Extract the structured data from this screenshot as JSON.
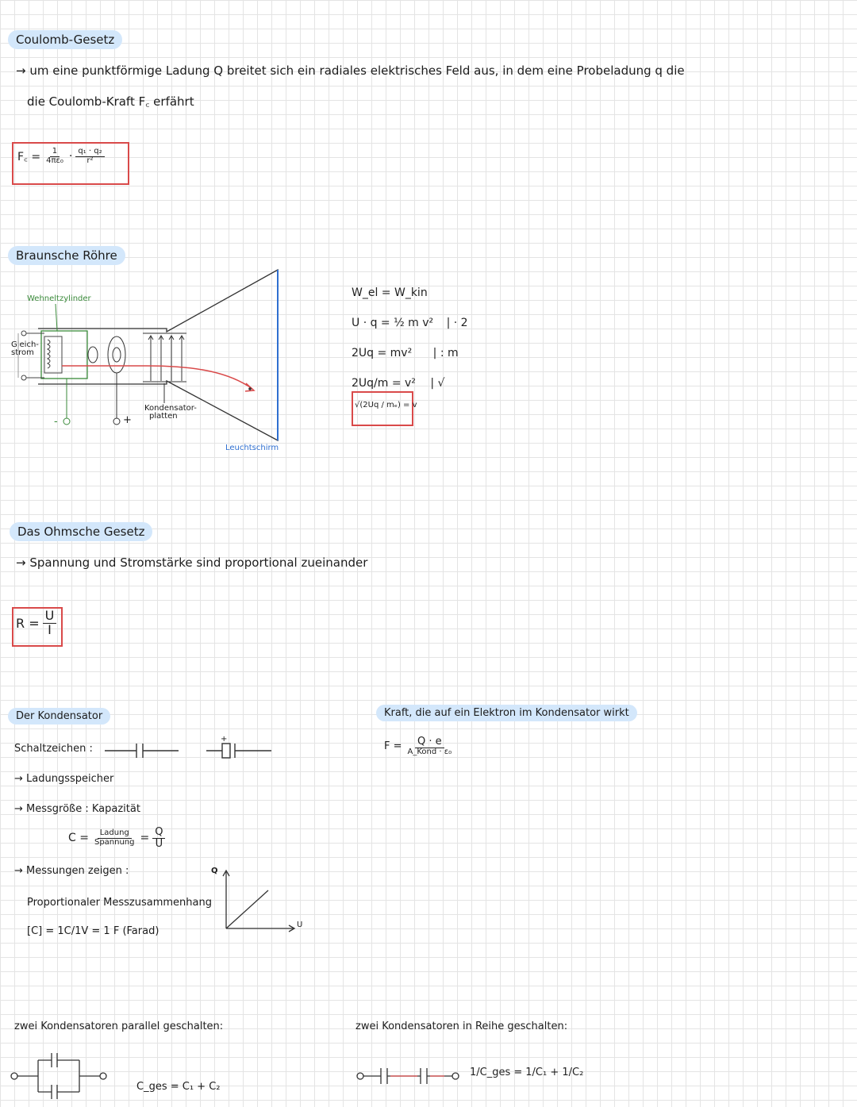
{
  "coulomb": {
    "heading": "Coulomb-Gesetz",
    "line1": "→ um eine punktförmige Ladung Q breitet sich ein radiales elektrisches Feld aus, in dem eine Probeladung q die",
    "line2": "die Coulomb-Kraft F꜀ erfährt",
    "f_lhs": "F꜀ =",
    "f_num1": "1",
    "f_den1": "4πε₀",
    "f_dot": "·",
    "f_num2": "q₁ · q₂",
    "f_den2": "r²"
  },
  "braun": {
    "heading": "Braunsche Röhre",
    "wehnelt": "Wehneltzylinder",
    "gleich": "Gleich-",
    "strom": "strom",
    "kond1": "Kondensator-",
    "kond2": "platten",
    "schirm": "Leuchtschirm",
    "plus": "+",
    "minus": "-",
    "derivation": [
      {
        "eq": "W_el = W_kin",
        "note": ""
      },
      {
        "eq": "U · q = ½ m v²",
        "note": "| · 2"
      },
      {
        "eq": "2Uq = mv²",
        "note": "| : m"
      },
      {
        "eq": "2Uq/m = v²",
        "note": "| √"
      }
    ],
    "result": "√(2Uq / mₑ) = v"
  },
  "ohm": {
    "heading": "Das Ohmsche Gesetz",
    "line": "→ Spannung und Stromstärke sind proportional zueinander",
    "r_lhs": "R =",
    "r_num": "U",
    "r_den": "I"
  },
  "kondensator": {
    "heading": "Der Kondensator",
    "schaltzeichen": "Schaltzeichen :",
    "plus": "+",
    "speicher": "→ Ladungsspeicher",
    "messgroesse": "→ Messgröße : Kapazität",
    "c_lhs": "C =",
    "c_num1": "Ladung",
    "c_den1": "Spannung",
    "c_eq": "=",
    "c_num2": "Q",
    "c_den2": "U",
    "messungen": "→ Messungen zeigen :",
    "proportional": "Proportionaler Messzusammenhang",
    "farad": "[C] = 1C/1V = 1 F  (Farad)",
    "axis_q": "Q",
    "axis_u": "U",
    "kraft_heading": "Kraft, die auf ein Elektron im Kondensator wirkt",
    "kraft_lhs": "F =",
    "kraft_num": "Q · e",
    "kraft_den": "A_Kond · ε₀",
    "parallel_heading": "zwei Kondensatoren parallel geschalten:",
    "parallel_formula": "C_ges = C₁ + C₂",
    "reihe_heading": "zwei Kondensatoren in Reihe geschalten:",
    "reihe_lhs": "1/C_ges =",
    "reihe_rhs": "1/C₁ + 1/C₂"
  }
}
